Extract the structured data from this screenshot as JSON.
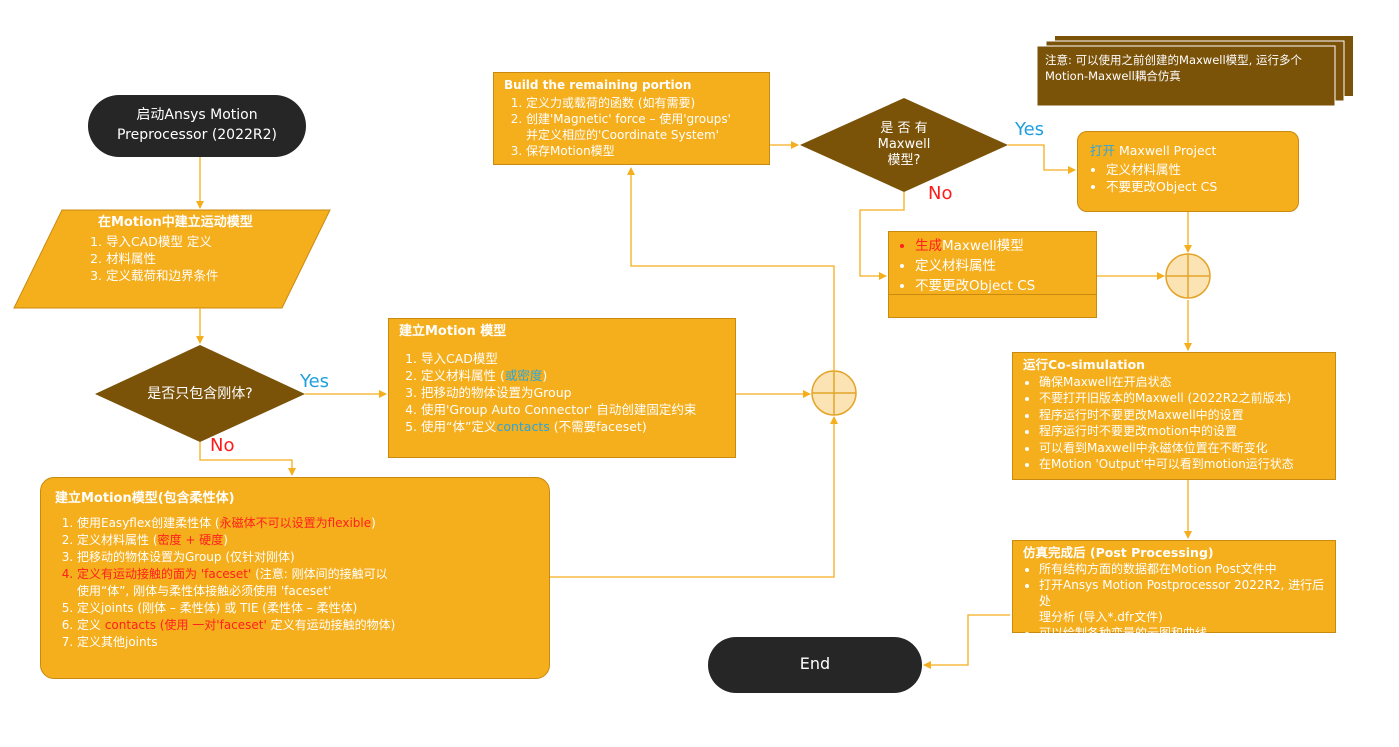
{
  "start": {
    "line1": "启动Ansys Motion",
    "line2": "Preprocessor (2022R2)"
  },
  "build_model": {
    "title": "在Motion中建立运动模型",
    "items": [
      "导入CAD模型 定义",
      "材料属性",
      "定义载荷和边界条件"
    ]
  },
  "decision_rigid": {
    "text": "是否只包含刚体?",
    "yes": "Yes",
    "no": "No"
  },
  "rigid_model": {
    "title": "建立Motion 模型",
    "item1": "导入CAD模型",
    "item2_a": "定义材料属性 (",
    "item2_b": "或密度",
    "item2_c": ")",
    "item3": "把移动的物体设置为Group",
    "item4": "使用'Group Auto Connector' 自动创建固定约束",
    "item5_a": "使用“体”定义",
    "item5_b": "contacts",
    "item5_c": " (不需要faceset)"
  },
  "flex_model": {
    "title": "建立Motion模型(包含柔性体)",
    "i1_a": "使用Easyflex创建柔性体 (",
    "i1_b": "永磁体不可以设置为flexible",
    "i1_c": ")",
    "i2_a": "定义材料属性 (",
    "i2_b": "密度 + 硬度",
    "i2_c": ")",
    "i3": "把移动的物体设置为Group (仅针对刚体)",
    "i4_a": "定义有运动接触的面为 'faceset'",
    "i4_b": " (注意: 刚体间的接触可以",
    "i4_line2": "使用“体”, 刚体与柔性体接触必须使用 'faceset'",
    "i5": "定义joints (刚体 – 柔性体) 或 TIE (柔性体 – 柔性体)",
    "i6_a": "定义 ",
    "i6_b": "contacts (使用 一对'faceset'",
    "i6_c": " 定义有运动接触的物体)",
    "i7": "定义其他joints"
  },
  "remaining": {
    "title": "Build the remaining portion",
    "i1": "定义力或载荷的函数 (如有需要)",
    "i2_line1": "创建'Magnetic' force – 使用'groups'",
    "i2_line2": "并定义相应的'Coordinate System'",
    "i3": "保存Motion模型"
  },
  "decision_maxwell": {
    "line1": "是 否 有",
    "line2": "Maxwell",
    "line3": "模型?",
    "yes": "Yes",
    "no": "No"
  },
  "open_maxwell": {
    "title_a": "打开",
    "title_b": " Maxwell Project",
    "items": [
      "定义材料属性",
      "不要更改Object CS"
    ]
  },
  "gen_maxwell": {
    "i1_a": "生成",
    "i1_b": "Maxwell模型",
    "i2": "定义材料属性",
    "i3": "不要更改Object CS"
  },
  "note": {
    "line1": "注意: 可以使用之前创建的Maxwell模型, 运行多个",
    "line2": "Motion-Maxwell耦合仿真"
  },
  "cosim": {
    "title": "运行Co-simulation",
    "items": [
      "确保Maxwell在开启状态",
      "不要打开旧版本的Maxwell (2022R2之前版本)",
      "程序运行时不要更改Maxwell中的设置",
      "程序运行时不要更改motion中的设置",
      "可以看到Maxwell中永磁体位置在不断变化",
      "在Motion 'Output'中可以看到motion运行状态"
    ]
  },
  "post": {
    "title": "仿真完成后 (Post Processing)",
    "i1": "所有结构方面的数据都在Motion Post文件中",
    "i2_line1": "打开Ansys Motion Postprocessor 2022R2, 进行后处",
    "i2_line2": "理分析 (导入*.dfr文件)",
    "i3": "可以绘制各种变量的云图和曲线"
  },
  "end": {
    "text": "End"
  }
}
